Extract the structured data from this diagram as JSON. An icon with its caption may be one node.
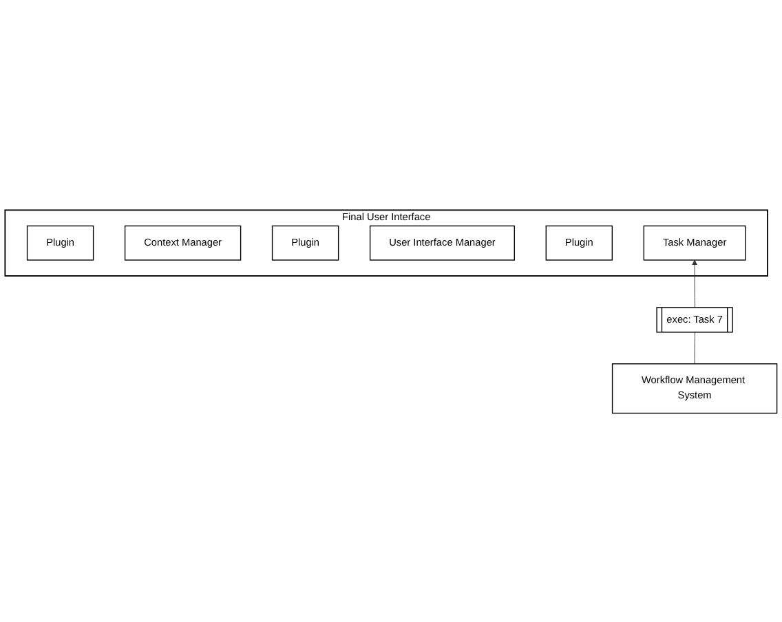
{
  "diagram": {
    "nodes": [
      {
        "text": [
          "Final User Interface"
        ]
      },
      {
        "text": [
          "Plugin"
        ],
        "in": 0
      },
      {
        "text": [
          "Context Manager"
        ],
        "in": 0
      },
      {
        "text": [
          "Plugin"
        ],
        "in": 0
      },
      {
        "text": [
          "User Interface Manager"
        ],
        "in": 0
      },
      {
        "text": [
          "Plugin"
        ],
        "in": 0
      },
      {
        "text": [
          "Task Manager"
        ],
        "in": 0
      },
      {
        "text": [
          "exec: Task 7"
        ]
      },
      {
        "text": [
          "Workflow Management System"
        ]
      }
    ],
    "edges": [
      {
        "from": 8,
        "to": 7,
        "arrow": "none"
      },
      {
        "from": 7,
        "to": 6,
        "arrow": "to"
      }
    ]
  }
}
